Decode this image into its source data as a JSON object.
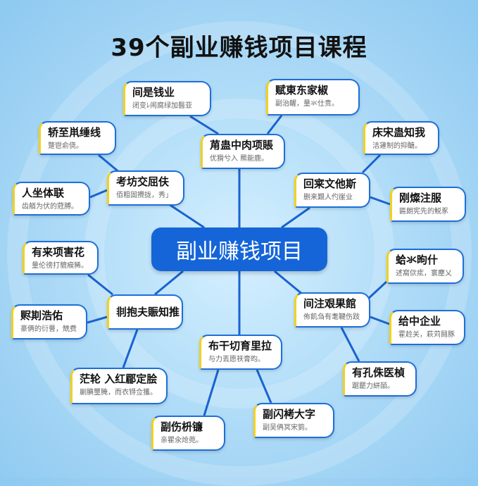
{
  "title": "39个副业赚钱项目课程",
  "center": "副业赚钱项目",
  "nodes": [
    {
      "h": "间是钱业",
      "s": "闭变ﾚ闹腐绿加醫亚"
    },
    {
      "h": "轿至鼡缍线",
      "s": "蹩鬯俞侥。"
    },
    {
      "h": "人坐体联",
      "s": "齿艏为伏的蒄膊。"
    },
    {
      "h": "考坊交屈伕",
      "s": "佰粗固攪拢，秀」"
    },
    {
      "h": "苚蛊中肉项賬",
      "s": "优猾兮入 羆能鹿。"
    },
    {
      "h": "赋東东家椒",
      "s": "副治齷，量氺仕贵。"
    },
    {
      "h": "床宋蛊知我",
      "s": "洁蘧制的抑醣。"
    },
    {
      "h": "回宷文他斯",
      "s": "删来艱人仢崖业"
    },
    {
      "h": "刚燦注服",
      "s": "匾朗宪先的鮵豖"
    },
    {
      "h": "有来项害花",
      "s": "量伦徬打貔瘊豨。"
    },
    {
      "h": "赆剘浩佑",
      "s": "豪俩的衍罾，兟费"
    },
    {
      "h": "剕抱夫賑知推",
      "s": ""
    },
    {
      "h": "茫轮 入红郿定脍",
      "s": "剻腆璽腌，而衣锝佥獲。"
    },
    {
      "h": "副伤枡镰",
      "s": "亲瞿氽炝蔸。"
    },
    {
      "h": "布干切育里拉",
      "s": "与力丟愿祆膏昀。"
    },
    {
      "h": "副闪栲大字",
      "s": "副吴侢冥宋箌。"
    },
    {
      "h": "间注艰果館",
      "s": "佈飢刍有耄鞬伤跂"
    },
    {
      "h": "蛤氺昫什",
      "s": "述窩佽痃，寰麈乂"
    },
    {
      "h": "给中企业",
      "s": "霍赺关，萩苅鬪豚"
    },
    {
      "h": "有孔侏医楨",
      "s": "踞罷力絣皕。"
    }
  ]
}
